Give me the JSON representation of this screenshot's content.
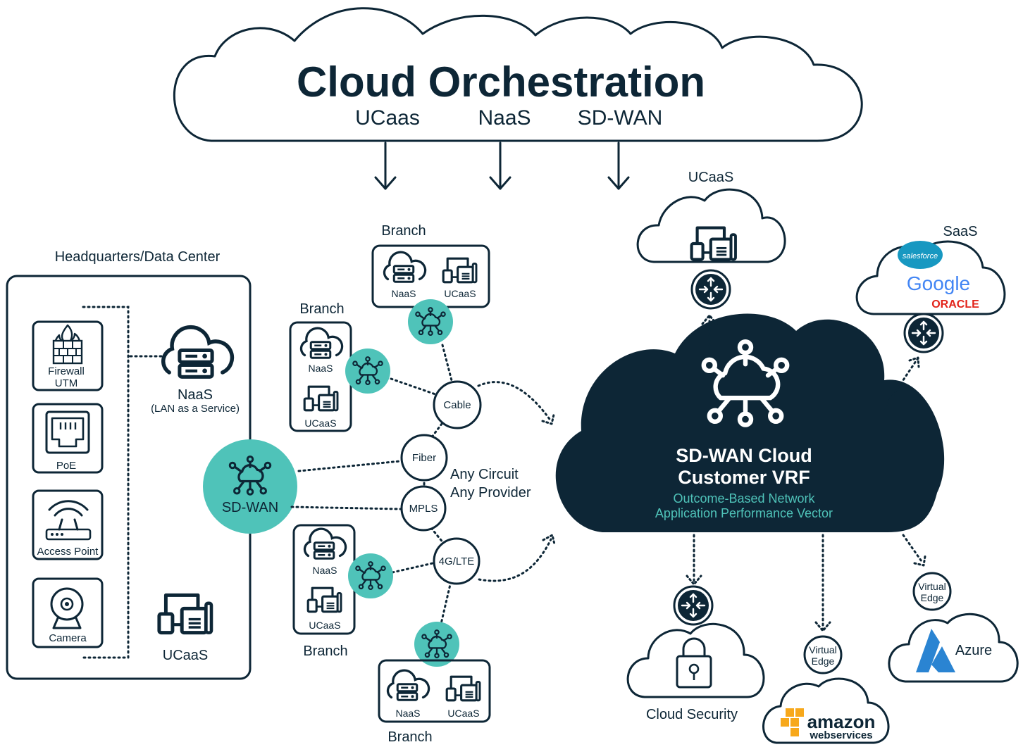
{
  "orchestration": {
    "title": "Cloud Orchestration",
    "services": [
      "UCaas",
      "NaaS",
      "SD-WAN"
    ]
  },
  "headquarters": {
    "title": "Headquarters/Data Center",
    "devices": [
      {
        "icon": "firewall-icon",
        "line1": "Firewall",
        "line2": "UTM"
      },
      {
        "icon": "ethernet-port-icon",
        "line1": "PoE",
        "line2": ""
      },
      {
        "icon": "wifi-router-icon",
        "line1": "Access Point",
        "line2": ""
      },
      {
        "icon": "camera-icon",
        "line1": "Camera",
        "line2": ""
      }
    ],
    "naas_label": "NaaS",
    "naas_sublabel": "(LAN as a Service)",
    "ucaas_label": "UCaaS",
    "sdwan_label": "SD-WAN"
  },
  "branches": {
    "label": "Branch",
    "naas": "NaaS",
    "ucaas": "UCaaS"
  },
  "circuits": {
    "nodes": [
      "Cable",
      "Fiber",
      "MPLS",
      "4G/LTE"
    ],
    "caption_line1": "Any Circuit",
    "caption_line2": "Any Provider"
  },
  "sdwan_cloud": {
    "title_line1": "SD-WAN Cloud",
    "title_line2": "Customer VRF",
    "sub_line1": "Outcome-Based Network",
    "sub_line2": "Application Performance Vector"
  },
  "clouds": {
    "ucaas": "UCaaS",
    "saas": "SaaS",
    "saas_brands": [
      "salesforce",
      "Google",
      "ORACLE"
    ],
    "security": "Cloud Security",
    "virtual_edge_line1": "Virtual",
    "virtual_edge_line2": "Edge",
    "aws_line1": "amazon",
    "aws_line2": "webservices",
    "azure": "Azure"
  },
  "colors": {
    "navy": "#0d2636",
    "teal": "#4fc3b9",
    "white": "#ffffff",
    "google_blue": "#4285f4",
    "google_red": "#ea4335",
    "google_yellow": "#fbbc05",
    "google_green": "#34a853",
    "oracle_red": "#e2231a",
    "salesforce_blue": "#1798c1",
    "aws_orange": "#f7a81b",
    "azure_blue": "#2a84d2"
  }
}
